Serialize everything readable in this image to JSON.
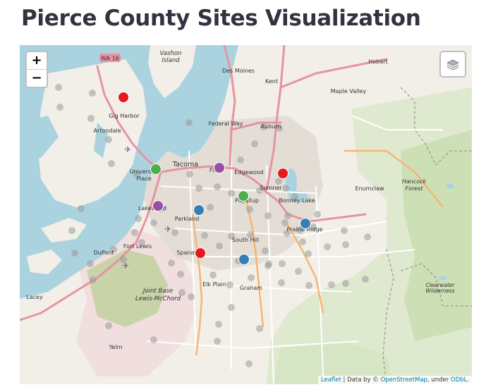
{
  "page": {
    "title": "Pierce County Sites Visualization"
  },
  "map": {
    "zoom_in": "+",
    "zoom_out": "−",
    "layers_icon": "layers-icon",
    "attribution": {
      "leaflet": "Leaflet",
      "sep": " | Data by © ",
      "osm": "OpenStreetMap",
      "under": ", under ",
      "odbl": "ODbL",
      "end": "."
    },
    "labels": {
      "wa16": "WA 16",
      "vashon": "Vashon",
      "island": "Island",
      "des_moines": "Des Moines",
      "kent": "Kent",
      "hobart": "Hobart",
      "maple_valley": "Maple Valley",
      "gig_harbor": "Gig Harbor",
      "artondale": "Artondale",
      "federal_way": "Federal Way",
      "auburn": "Auburn",
      "tacoma": "Tacoma",
      "fife": "Fife",
      "edgewood": "Edgewood",
      "university": "University",
      "place": "Place",
      "sumner": "Sumner",
      "enumclaw": "Enumclaw",
      "hancock": "Hancock",
      "forest": "Forest",
      "puyallup": "Puyallup",
      "bonney_lake": "Bonney Lake",
      "lakewood": "Lakewood",
      "parkland": "Parkland",
      "prairie_ridge": "Prairie Ridge",
      "south_hill": "South Hill",
      "fort_lewis": "Fort Lewis",
      "dupont": "DuPont",
      "spanaway": "Spanaway",
      "clearwater": "Clearwater",
      "wilderness": "Wilderness",
      "elk_plain": "Elk Plain",
      "graham": "Graham",
      "joint_base": "Joint Base",
      "lewis_mcchord": "Lewis-McChord",
      "lacey": "Lacey",
      "yelm": "Yelm"
    },
    "marker_colors": {
      "red": "#e41a1c",
      "green": "#4daf4a",
      "purple": "#984ea3",
      "blue": "#377eb8",
      "grey": "#9a9a9a"
    },
    "markers": [
      {
        "name": "marker-red-gig-harbor",
        "color": "red"
      },
      {
        "name": "marker-green-university-place",
        "color": "green"
      },
      {
        "name": "marker-purple-fife",
        "color": "purple"
      },
      {
        "name": "marker-red-edgewood",
        "color": "red"
      },
      {
        "name": "marker-green-puyallup",
        "color": "green"
      },
      {
        "name": "marker-purple-lakewood",
        "color": "purple"
      },
      {
        "name": "marker-blue-parkland",
        "color": "blue"
      },
      {
        "name": "marker-blue-prairie-ridge",
        "color": "blue"
      },
      {
        "name": "marker-red-spanaway",
        "color": "red"
      },
      {
        "name": "marker-blue-south-hill",
        "color": "blue"
      }
    ]
  }
}
